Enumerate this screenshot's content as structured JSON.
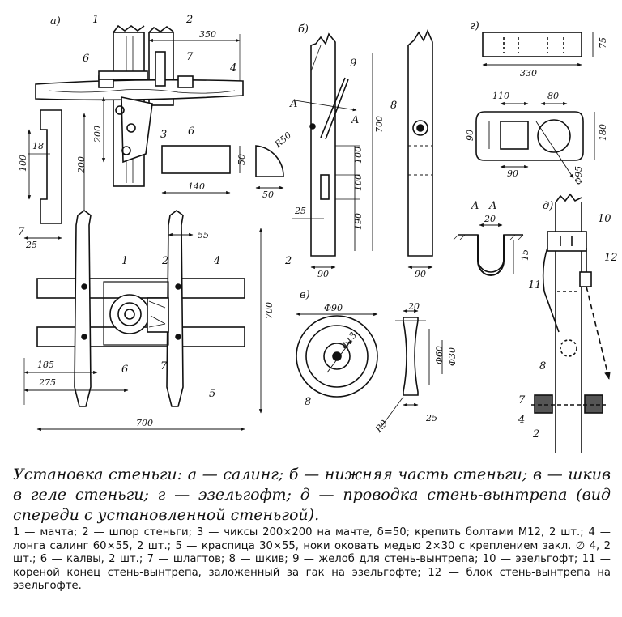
{
  "panels": {
    "a": "а)",
    "b": "б)",
    "v": "в)",
    "g": "г)",
    "d": "д)"
  },
  "section_label": "A - A",
  "section_mark": "A",
  "part_numbers": [
    "1",
    "2",
    "3",
    "4",
    "5",
    "6",
    "7",
    "8",
    "9",
    "10",
    "11",
    "12"
  ],
  "dims": {
    "a_350": "350",
    "a_200": "200",
    "a_200b": "200",
    "a_100": "100",
    "a_18": "18",
    "a_25": "25",
    "a_140": "140",
    "a_50": "50",
    "a_50b": "50",
    "a_r50": "R50",
    "a_55": "55",
    "a_185": "185",
    "a_275": "275",
    "a_700w": "700",
    "a_700h": "700",
    "b_700": "700",
    "b_100": "100",
    "b_100b": "100",
    "b_190": "190",
    "b_25": "25",
    "b_90": "90",
    "b_90b": "90",
    "g_330": "330",
    "g_75": "75",
    "g_110": "110",
    "g_80": "80",
    "g_90": "90",
    "g_180": "180",
    "g_90b": "90",
    "g_phi95": "Φ95",
    "aa_20": "20",
    "aa_15": "15",
    "v_phi90": "Φ90",
    "v_phi13": "Φ13",
    "v_20": "20",
    "v_phi60": "Φ60",
    "v_phi30": "Φ30",
    "v_r9": "R9",
    "v_25": "25"
  },
  "caption": {
    "title": "Установка стеньги: а — салинг; б — нижняя часть стеньги; в — шкив в геле стеньги; г — эзельгофт; д — проводка стень-вынтрепа (вид спереди с установленной стеньгой).",
    "legend": "1 — мачта; 2 — шпор стеньги; 3 — чиксы 200×200 на мачте, δ=50; крепить болтами М12, 2 шт.; 4 — лонга салинг 60×55, 2 шт.; 5 — краспица 30×55, ноки оковать медью 2×30 с креплением закл. ∅ 4, 2 шт.; 6 — калвы, 2 шт.; 7 — шлагтов; 8 — шкив; 9 — желоб для стень-вынтрепа; 10 — эзельгофт; 11 — кореной конец стень-вынтрепа, заложенный за гак на эзельгофте; 12 — блок стень-вынтрепа на эзельгофте."
  }
}
